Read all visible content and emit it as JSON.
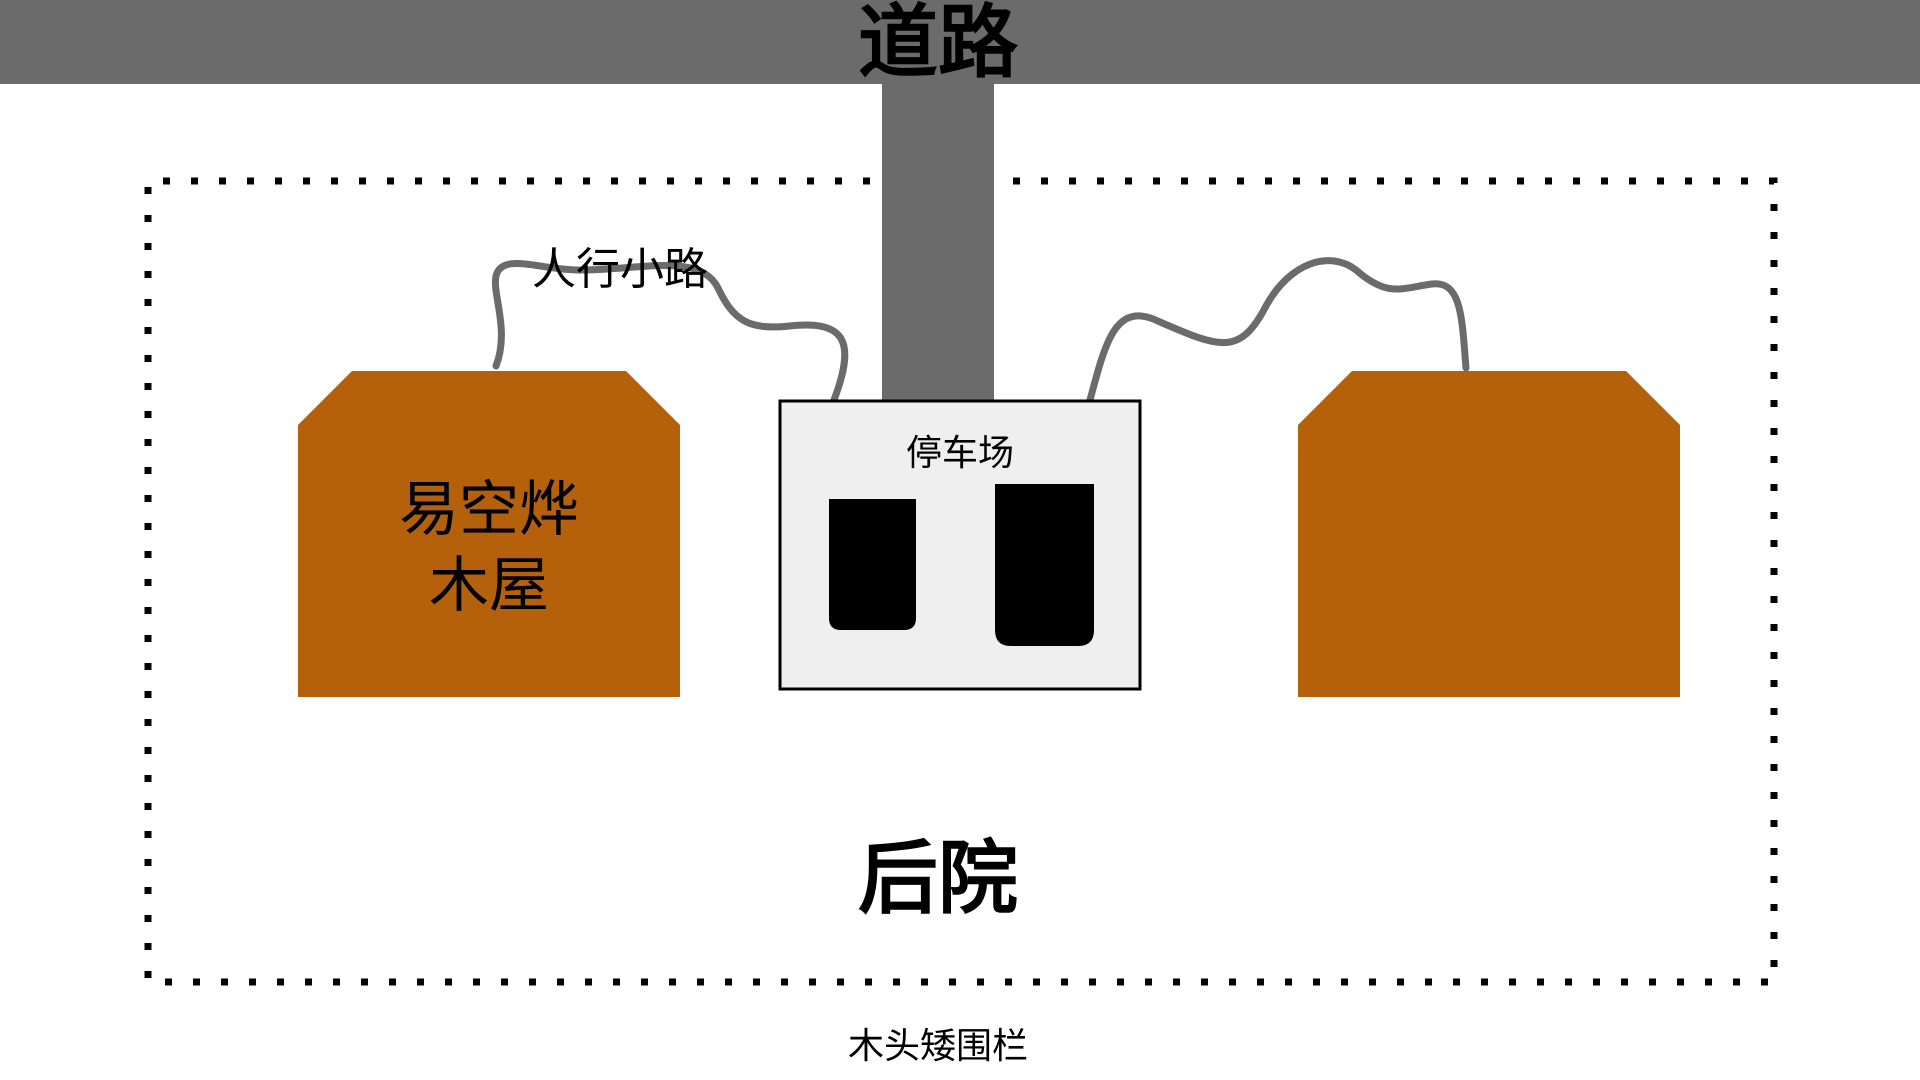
{
  "colors": {
    "road": "#6b6b6b",
    "cabin": "#b5600b",
    "parking_fill": "#efefef",
    "parking_border": "#000000",
    "car": "#000000",
    "path_line": "#6b6b6b",
    "fence": "#000000",
    "text": "#000000"
  },
  "road": {
    "label": "道路"
  },
  "footpath": {
    "label": "人行小路"
  },
  "cabin_left": {
    "label_line1": "易空烨",
    "label_line2": "木屋"
  },
  "cabin_right": {
    "label_line1": "",
    "label_line2": ""
  },
  "parking": {
    "label": "停车场",
    "cars": 2
  },
  "yard": {
    "label": "后院"
  },
  "fence": {
    "label": "木头矮围栏"
  }
}
